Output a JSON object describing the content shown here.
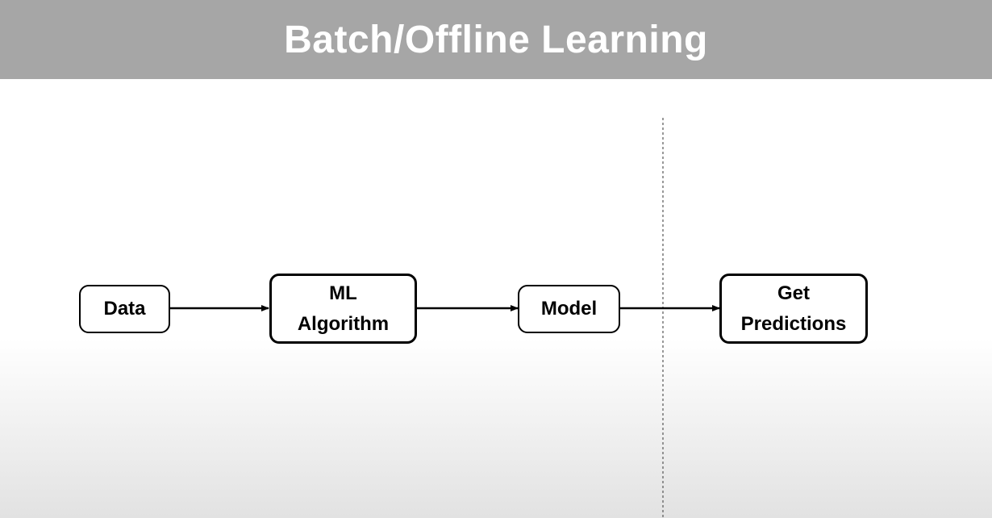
{
  "header": {
    "title": "Batch/Offline Learning"
  },
  "nodes": [
    {
      "id": "data",
      "lines": [
        "Data"
      ]
    },
    {
      "id": "ml-algorithm",
      "lines": [
        "ML",
        "Algorithm"
      ]
    },
    {
      "id": "model",
      "lines": [
        "Model"
      ]
    },
    {
      "id": "get-predictions",
      "lines": [
        "Get",
        "Predictions"
      ]
    }
  ],
  "edges": [
    {
      "from": "data",
      "to": "ml-algorithm"
    },
    {
      "from": "ml-algorithm",
      "to": "model"
    },
    {
      "from": "model",
      "to": "get-predictions"
    }
  ],
  "divider": {
    "style": "dashed",
    "position": "between model and get-predictions"
  },
  "colors": {
    "header_bg": "#a6a6a6",
    "header_text": "#ffffff",
    "node_border": "#000000",
    "edge": "#000000",
    "divider": "#555555"
  }
}
